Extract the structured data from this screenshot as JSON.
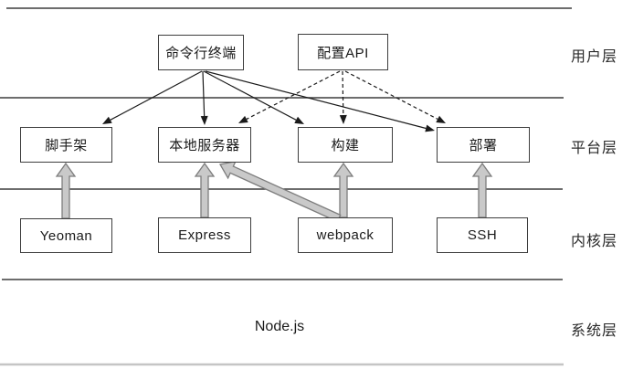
{
  "diagram": {
    "layers": [
      {
        "id": "user",
        "label": "用户层"
      },
      {
        "id": "platform",
        "label": "平台层"
      },
      {
        "id": "kernel",
        "label": "内核层"
      },
      {
        "id": "system",
        "label": "系统层"
      }
    ],
    "nodes": {
      "cli": {
        "label": "命令行终端",
        "layer": "用户层"
      },
      "config_api": {
        "label": "配置API",
        "layer": "用户层"
      },
      "scaffold": {
        "label": "脚手架",
        "layer": "平台层"
      },
      "local_server": {
        "label": "本地服务器",
        "layer": "平台层"
      },
      "build": {
        "label": "构建",
        "layer": "平台层"
      },
      "deploy": {
        "label": "部署",
        "layer": "平台层"
      },
      "yeoman": {
        "label": "Yeoman",
        "layer": "内核层"
      },
      "express": {
        "label": "Express",
        "layer": "内核层"
      },
      "webpack": {
        "label": "webpack",
        "layer": "内核层"
      },
      "ssh": {
        "label": "SSH",
        "layer": "内核层"
      },
      "nodejs": {
        "label": "Node.js",
        "layer": "系统层"
      }
    },
    "edges": [
      {
        "id": "cli-scaffold",
        "from": "命令行终端",
        "to": "脚手架",
        "style": "solid-arrow"
      },
      {
        "id": "cli-local_server",
        "from": "命令行终端",
        "to": "本地服务器",
        "style": "solid-arrow"
      },
      {
        "id": "cli-build",
        "from": "命令行终端",
        "to": "构建",
        "style": "solid-arrow"
      },
      {
        "id": "cli-deploy",
        "from": "命令行终端",
        "to": "部署",
        "style": "solid-arrow"
      },
      {
        "id": "config_api-local_server",
        "from": "配置API",
        "to": "本地服务器",
        "style": "dashed-arrow"
      },
      {
        "id": "config_api-build",
        "from": "配置API",
        "to": "构建",
        "style": "dashed-arrow"
      },
      {
        "id": "config_api-deploy",
        "from": "配置API",
        "to": "部署",
        "style": "dashed-arrow"
      },
      {
        "id": "yeoman-scaffold",
        "from": "Yeoman",
        "to": "脚手架",
        "style": "thick-gray-arrow"
      },
      {
        "id": "express-local_server",
        "from": "Express",
        "to": "本地服务器",
        "style": "thick-gray-arrow"
      },
      {
        "id": "webpack-build",
        "from": "webpack",
        "to": "构建",
        "style": "thick-gray-arrow"
      },
      {
        "id": "webpack-local_server",
        "from": "webpack",
        "to": "本地服务器",
        "style": "thick-gray-arrow"
      },
      {
        "id": "ssh-deploy",
        "from": "SSH",
        "to": "部署",
        "style": "thick-gray-arrow"
      }
    ],
    "colors": {
      "background": "#ffffff",
      "divider_line": "#3d3d3d",
      "divider_light": "#c5c5c5",
      "box_border": "#3d3d3d",
      "box_fill": "#ffffff",
      "text": "#1a1a1a",
      "thin_arrow": "#1a1a1a",
      "thick_arrow_fill": "#c9c9c9",
      "thick_arrow_stroke": "#7d7d7d"
    }
  }
}
